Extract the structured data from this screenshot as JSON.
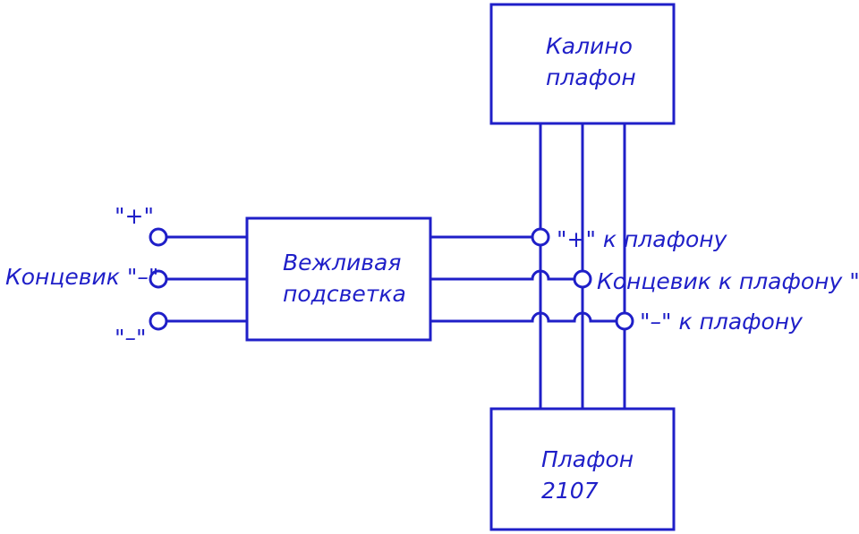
{
  "colors": {
    "line": "#1f1fc8",
    "background": "#ffffff"
  },
  "blocks": {
    "kalina_line1": "Калино",
    "kalina_line2": "плафон",
    "courtesy_line1": "Вежливая",
    "courtesy_line2": "подсветка",
    "plafon2107_line1": "Плафон",
    "plafon2107_line2": "2107"
  },
  "inputs": {
    "plus": "\"+\"",
    "limit_switch_minus": "Концевик \"–\"",
    "minus": "\"–\""
  },
  "outputs": {
    "plus_to_plafon": "\"+\" к плафону",
    "limit_switch_to_plafon": "Концевик к плафону \"–\"",
    "minus_to_plafon": "\"–\" к плафону"
  }
}
